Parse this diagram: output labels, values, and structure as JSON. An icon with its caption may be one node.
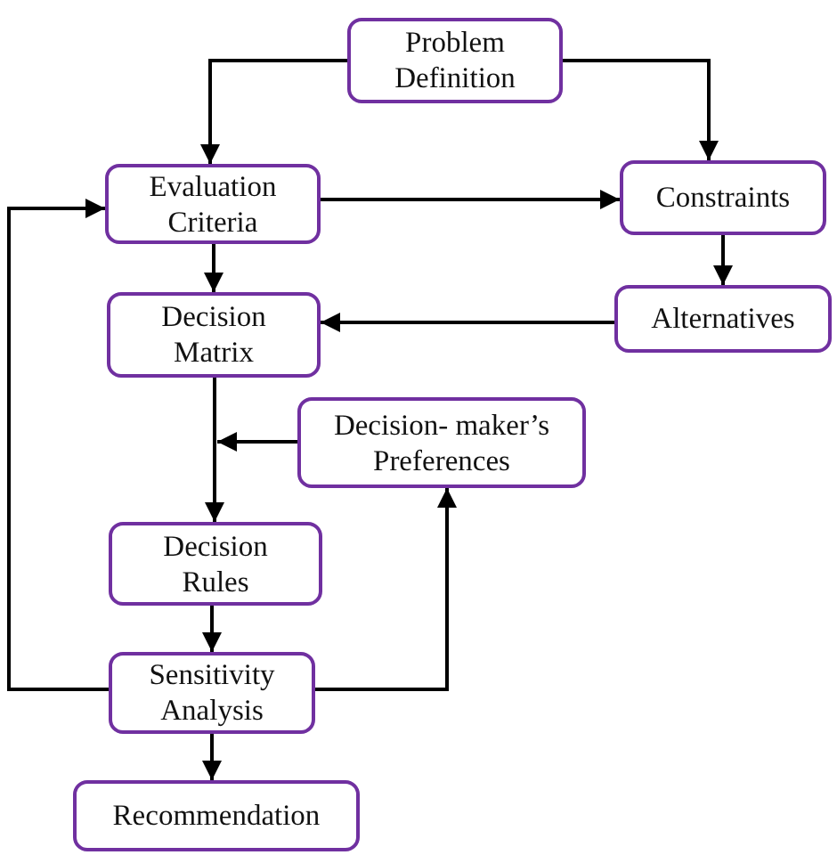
{
  "diagram": {
    "nodes": [
      {
        "text": [
          "Problem Definition"
        ]
      },
      {
        "text": [
          "Evaluation Criteria"
        ]
      },
      {
        "text": [
          "Constraints"
        ]
      },
      {
        "text": [
          "Decision Matrix"
        ]
      },
      {
        "text": [
          "Alternatives"
        ]
      },
      {
        "text": [
          "Decision- maker’s Preferences"
        ]
      },
      {
        "text": [
          "Decision Rules"
        ]
      },
      {
        "text": [
          "Sensitivity Analysis"
        ]
      },
      {
        "text": [
          "Recommendation"
        ]
      }
    ],
    "edges": [
      {
        "from": 0,
        "to": 1,
        "arrow": "to"
      },
      {
        "from": 0,
        "to": 2,
        "arrow": "to"
      },
      {
        "from": 1,
        "to": 2,
        "arrow": "to"
      },
      {
        "from": 1,
        "to": 3,
        "arrow": "to"
      },
      {
        "from": 2,
        "to": 4,
        "arrow": "to"
      },
      {
        "from": 4,
        "to": 3,
        "arrow": "to"
      },
      {
        "from": 3,
        "to": 6,
        "arrow": "to"
      },
      {
        "from": 5,
        "to": 6,
        "arrow": "to"
      },
      {
        "from": 6,
        "to": 7,
        "arrow": "to"
      },
      {
        "from": 7,
        "to": 8,
        "arrow": "to"
      },
      {
        "from": 7,
        "to": 1,
        "arrow": "to"
      },
      {
        "from": 7,
        "to": 5,
        "arrow": "to"
      }
    ]
  }
}
